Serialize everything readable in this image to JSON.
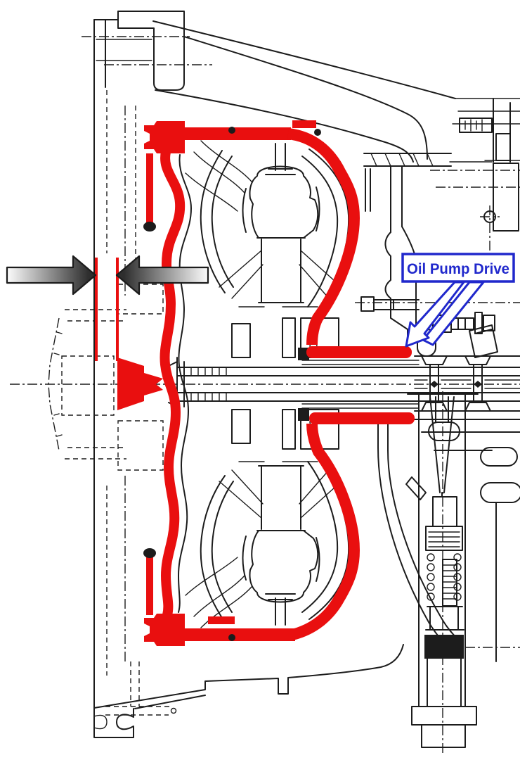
{
  "figure": {
    "type": "technical-cross-section",
    "subject": "Automatic transmission torque converter cross-section with torque converter shell highlighted in red, a gap measurement indicated by opposing gray arrows and two red reference lines, and a callout identifying the oil pump drive",
    "callout": {
      "label": "Oil Pump Drive"
    },
    "colors": {
      "highlight": "#e90f0f",
      "callout": "#2028cc",
      "line": "#1c1c1c",
      "background": "#ffffff",
      "arrow_gradient_dark": "#2e2e2e",
      "arrow_gradient_light": "#fcfcfc"
    }
  }
}
